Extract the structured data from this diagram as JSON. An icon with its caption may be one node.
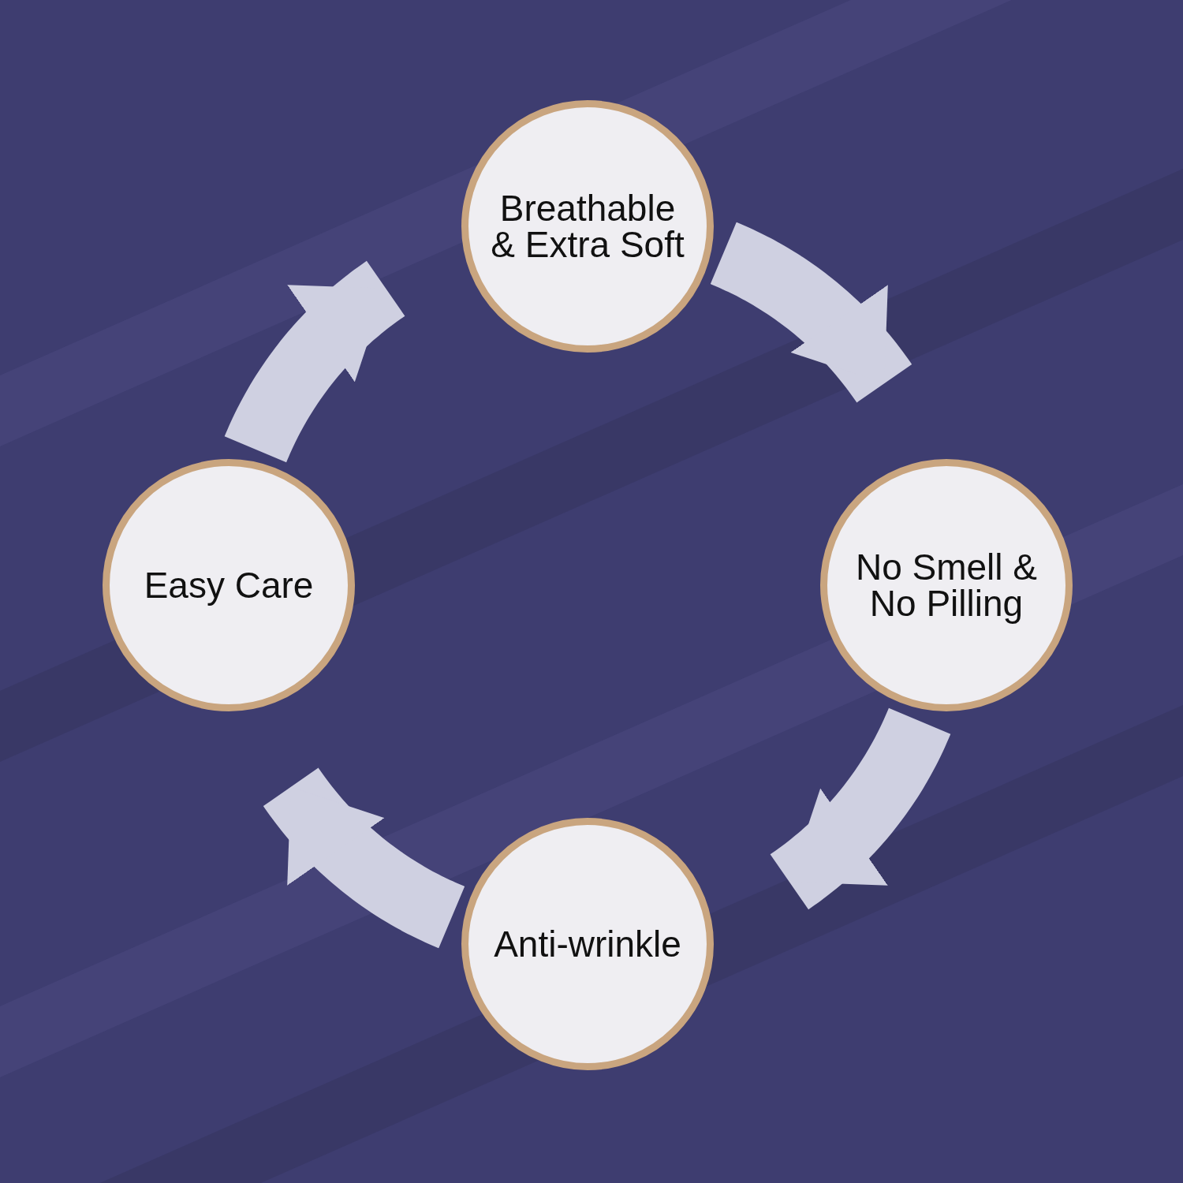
{
  "diagram": {
    "nodes": [
      {
        "text": [
          "Breathable & Extra Soft"
        ]
      },
      {
        "text": [
          "Easy Care"
        ]
      },
      {
        "text": [
          "No Smell & No Pilling"
        ]
      },
      {
        "text": [
          "Anti-wrinkle"
        ]
      }
    ],
    "edges": [
      {
        "from": 0,
        "to": 2,
        "arrow": "to"
      },
      {
        "from": 2,
        "to": 3,
        "arrow": "to"
      },
      {
        "from": 3,
        "to": 1,
        "arrow": "to"
      },
      {
        "from": 1,
        "to": 0,
        "arrow": "to"
      }
    ]
  }
}
